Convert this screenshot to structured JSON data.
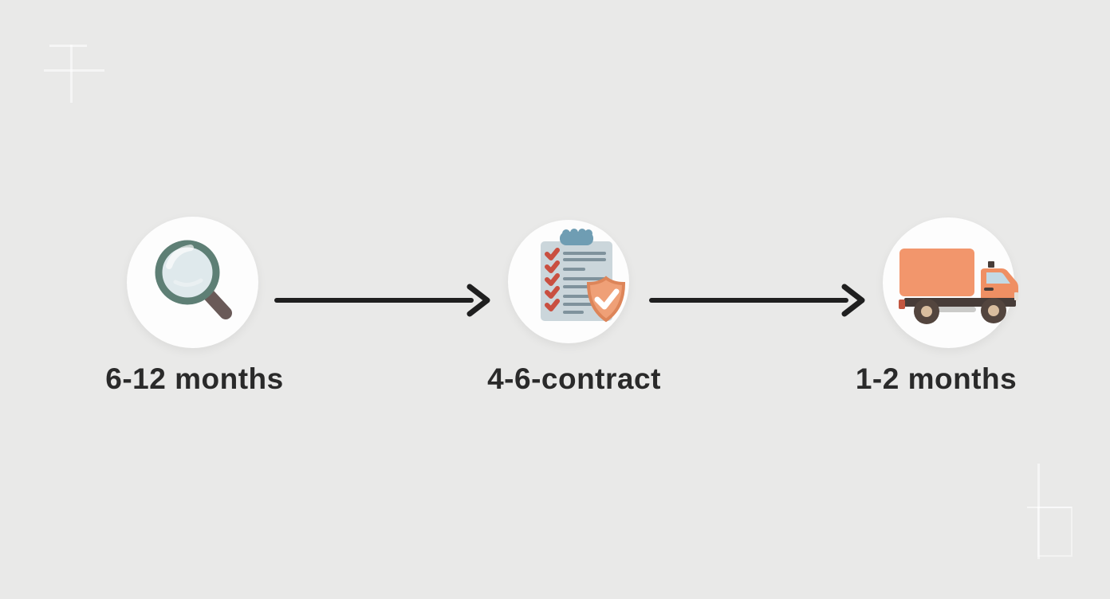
{
  "diagram": {
    "type": "process-flow-timeline",
    "background_color": "#e9e9e8",
    "label_color": "#2a2a2a",
    "arrow_color": "#1f1f1f",
    "circle_fill": "#fdfdfd",
    "steps": [
      {
        "icon": "magnifying-glass-icon",
        "label": "6-12 months"
      },
      {
        "icon": "checklist-shield-icon",
        "label": "4-6-contract"
      },
      {
        "icon": "delivery-truck-icon",
        "label": "1-2 months"
      }
    ],
    "connectors": [
      {
        "icon": "arrow-right-icon"
      },
      {
        "icon": "arrow-right-icon"
      }
    ],
    "icon_palette": {
      "magnifier_ring": "#5e7f75",
      "magnifier_lens": "#dfe9ec",
      "magnifier_handle": "#6a5a58",
      "clipboard_board": "#cbd6db",
      "clipboard_clip": "#6f9db3",
      "checkmark_red": "#c94f40",
      "text_line_gray": "#7f929c",
      "shield_fill": "#efa077",
      "shield_border": "#dd8559",
      "shield_check": "#ffffff",
      "truck_body": "#f2966c",
      "truck_chassis": "#473c38",
      "truck_window": "#c3d9e4",
      "wheel_dark": "#53453e",
      "wheel_hub": "#d9bd9e"
    },
    "decorations": [
      "corner-mark-top-left",
      "corner-mark-bottom-right"
    ]
  }
}
